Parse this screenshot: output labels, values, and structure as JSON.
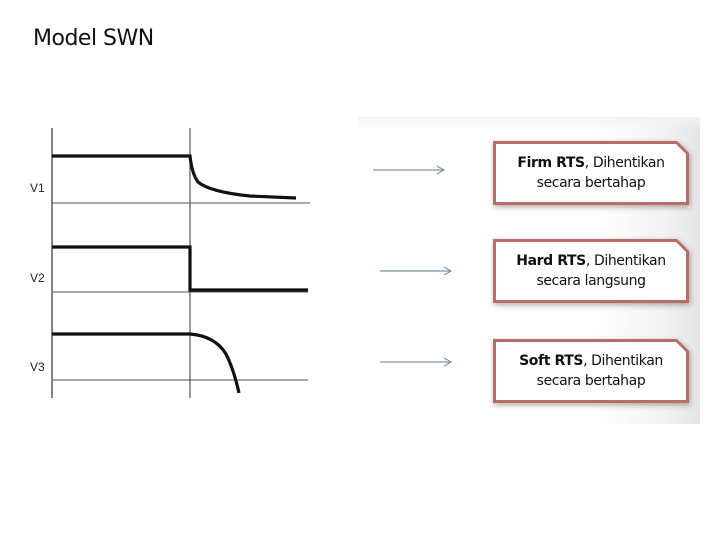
{
  "slide": {
    "title": "Model SWN"
  },
  "diagram": {
    "graphs": [
      {
        "label": "V1",
        "behavior": "gradual exponential decay after cutoff"
      },
      {
        "label": "V2",
        "behavior": "instant step drop to baseline after cutoff"
      },
      {
        "label": "V3",
        "behavior": "accelerating drop below baseline after cutoff"
      }
    ],
    "boxes": [
      {
        "bold": "Firm RTS",
        "rest": ", Dihentikan",
        "line2": "secara bertahap"
      },
      {
        "bold": "Hard RTS",
        "rest": ", Dihentikan",
        "line2": "secara langsung"
      },
      {
        "bold": "Soft RTS",
        "rest": ", Dihentikan",
        "line2": "secara bertahap"
      }
    ],
    "colors": {
      "trace": "#111111",
      "axis": "#444444",
      "arrow": "#7b94a8",
      "box_border": "#b66e67"
    }
  }
}
